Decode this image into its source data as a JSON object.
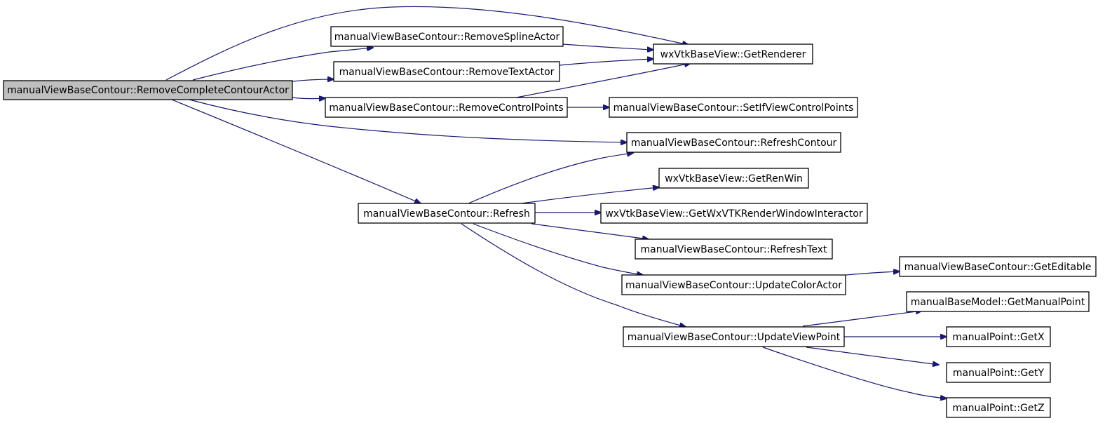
{
  "graph": {
    "nodes": [
      {
        "id": "n0",
        "label": "manualViewBaseContour::RemoveCompleteContourActor",
        "root": true
      },
      {
        "id": "n1",
        "label": "manualViewBaseContour::RemoveSplineActor"
      },
      {
        "id": "n2",
        "label": "manualViewBaseContour::RemoveTextActor"
      },
      {
        "id": "n3",
        "label": "manualViewBaseContour::RemoveControlPoints"
      },
      {
        "id": "n4",
        "label": "wxVtkBaseView::GetRenderer"
      },
      {
        "id": "n5",
        "label": "manualViewBaseContour::SetIfViewControlPoints"
      },
      {
        "id": "n6",
        "label": "manualViewBaseContour::RefreshContour"
      },
      {
        "id": "n7",
        "label": "manualViewBaseContour::Refresh"
      },
      {
        "id": "n8",
        "label": "wxVtkBaseView::GetRenWin"
      },
      {
        "id": "n9",
        "label": "wxVtkBaseView::GetWxVTKRenderWindowInteractor"
      },
      {
        "id": "n10",
        "label": "manualViewBaseContour::RefreshText"
      },
      {
        "id": "n11",
        "label": "manualViewBaseContour::UpdateColorActor"
      },
      {
        "id": "n12",
        "label": "manualViewBaseContour::GetEditable"
      },
      {
        "id": "n13",
        "label": "manualViewBaseContour::UpdateViewPoint"
      },
      {
        "id": "n14",
        "label": "manualBaseModel::GetManualPoint"
      },
      {
        "id": "n15",
        "label": "manualPoint::GetX"
      },
      {
        "id": "n16",
        "label": "manualPoint::GetY"
      },
      {
        "id": "n17",
        "label": "manualPoint::GetZ"
      }
    ],
    "edges": [
      {
        "from": "n0",
        "to": "n4"
      },
      {
        "from": "n0",
        "to": "n1"
      },
      {
        "from": "n0",
        "to": "n2"
      },
      {
        "from": "n0",
        "to": "n3"
      },
      {
        "from": "n0",
        "to": "n6"
      },
      {
        "from": "n0",
        "to": "n7"
      },
      {
        "from": "n1",
        "to": "n4"
      },
      {
        "from": "n2",
        "to": "n4"
      },
      {
        "from": "n3",
        "to": "n4"
      },
      {
        "from": "n3",
        "to": "n5"
      },
      {
        "from": "n7",
        "to": "n6"
      },
      {
        "from": "n7",
        "to": "n8"
      },
      {
        "from": "n7",
        "to": "n9"
      },
      {
        "from": "n7",
        "to": "n10"
      },
      {
        "from": "n7",
        "to": "n11"
      },
      {
        "from": "n7",
        "to": "n13"
      },
      {
        "from": "n11",
        "to": "n12"
      },
      {
        "from": "n13",
        "to": "n14"
      },
      {
        "from": "n13",
        "to": "n15"
      },
      {
        "from": "n13",
        "to": "n16"
      },
      {
        "from": "n13",
        "to": "n17"
      }
    ],
    "colors": {
      "edge": "#191970",
      "root_fill": "#bfbfbf",
      "node_fill": "#ffffff",
      "node_border": "#000000"
    }
  }
}
